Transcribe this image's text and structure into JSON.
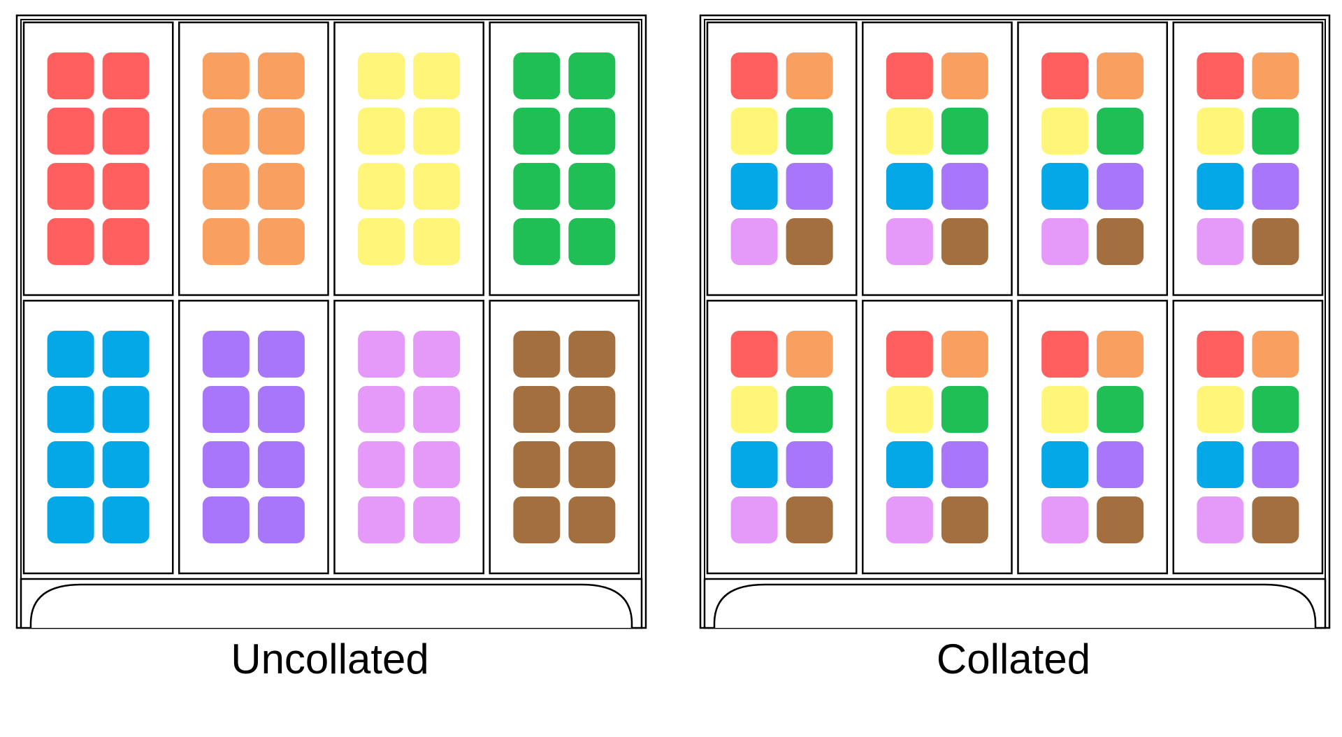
{
  "colors": {
    "red": "#FF5F5F",
    "orange": "#F9A060",
    "yellow": "#FFF578",
    "green": "#20BF55",
    "blue": "#05A8E6",
    "purple": "#A876FB",
    "pink": "#E59AFA",
    "brown": "#A46F3E",
    "outline": "#000000",
    "background": "#FFFFFF"
  },
  "panels": [
    {
      "id": "uncollated",
      "caption": "Uncollated",
      "slots": [
        [
          "red",
          "red",
          "red",
          "red",
          "red",
          "red",
          "red",
          "red"
        ],
        [
          "orange",
          "orange",
          "orange",
          "orange",
          "orange",
          "orange",
          "orange",
          "orange"
        ],
        [
          "yellow",
          "yellow",
          "yellow",
          "yellow",
          "yellow",
          "yellow",
          "yellow",
          "yellow"
        ],
        [
          "green",
          "green",
          "green",
          "green",
          "green",
          "green",
          "green",
          "green"
        ],
        [
          "blue",
          "blue",
          "blue",
          "blue",
          "blue",
          "blue",
          "blue",
          "blue"
        ],
        [
          "purple",
          "purple",
          "purple",
          "purple",
          "purple",
          "purple",
          "purple",
          "purple"
        ],
        [
          "pink",
          "pink",
          "pink",
          "pink",
          "pink",
          "pink",
          "pink",
          "pink"
        ],
        [
          "brown",
          "brown",
          "brown",
          "brown",
          "brown",
          "brown",
          "brown",
          "brown"
        ]
      ]
    },
    {
      "id": "collated",
      "caption": "Collated",
      "slots": [
        [
          "red",
          "orange",
          "yellow",
          "green",
          "blue",
          "purple",
          "pink",
          "brown"
        ],
        [
          "red",
          "orange",
          "yellow",
          "green",
          "blue",
          "purple",
          "pink",
          "brown"
        ],
        [
          "red",
          "orange",
          "yellow",
          "green",
          "blue",
          "purple",
          "pink",
          "brown"
        ],
        [
          "red",
          "orange",
          "yellow",
          "green",
          "blue",
          "purple",
          "pink",
          "brown"
        ],
        [
          "red",
          "orange",
          "yellow",
          "green",
          "blue",
          "purple",
          "pink",
          "brown"
        ],
        [
          "red",
          "orange",
          "yellow",
          "green",
          "blue",
          "purple",
          "pink",
          "brown"
        ],
        [
          "red",
          "orange",
          "yellow",
          "green",
          "blue",
          "purple",
          "pink",
          "brown"
        ],
        [
          "red",
          "orange",
          "yellow",
          "green",
          "blue",
          "purple",
          "pink",
          "brown"
        ]
      ]
    }
  ]
}
